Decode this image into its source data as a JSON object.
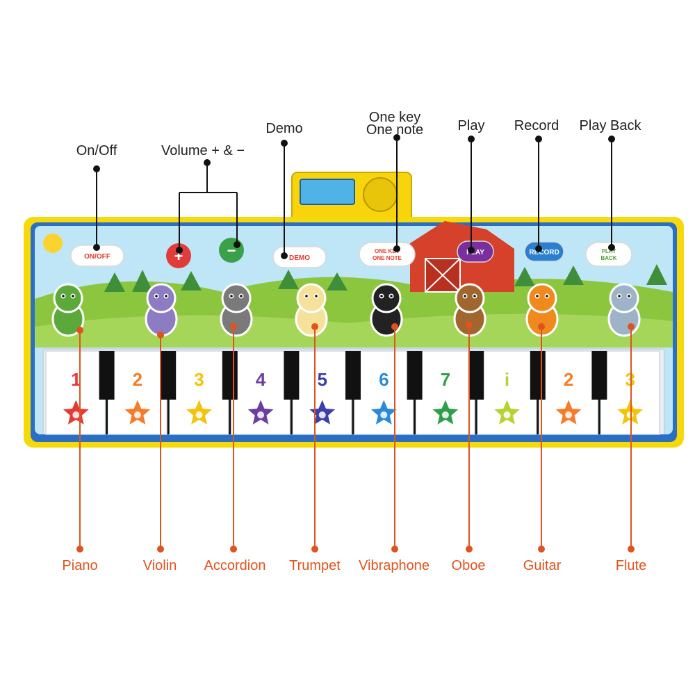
{
  "colors": {
    "top_label": "#222222",
    "bottom_label": "#e0531e",
    "top_line": "#111111",
    "bottom_line": "#e0531e",
    "mat_border": "#f5d90a",
    "mat_blue": "#2a6fc4",
    "sky": "#bfe6f7",
    "grass": "#8cc63f",
    "white_key": "#ffffff",
    "black_key": "#111111",
    "speaker_box": "#f7d40c"
  },
  "top_callouts": [
    {
      "id": "onoff",
      "label": "On/Off"
    },
    {
      "id": "volume",
      "label": "Volume + & −"
    },
    {
      "id": "demo",
      "label": "Demo"
    },
    {
      "id": "onekey",
      "label": "One key"
    },
    {
      "id": "onekey2",
      "label": "One note"
    },
    {
      "id": "play",
      "label": "Play"
    },
    {
      "id": "record",
      "label": "Record"
    },
    {
      "id": "playback",
      "label": "Play Back"
    }
  ],
  "bottom_callouts": [
    {
      "id": "piano",
      "label": "Piano"
    },
    {
      "id": "violin",
      "label": "Violin"
    },
    {
      "id": "accordion",
      "label": "Accordion"
    },
    {
      "id": "trumpet",
      "label": "Trumpet"
    },
    {
      "id": "vibraphone",
      "label": "Vibraphone"
    },
    {
      "id": "oboe",
      "label": "Oboe"
    },
    {
      "id": "guitar",
      "label": "Guitar"
    },
    {
      "id": "flute",
      "label": "Flute"
    }
  ],
  "mat_buttons": [
    {
      "id": "onoff",
      "label": "ON/OFF",
      "icon": "cloud-icon"
    },
    {
      "id": "vol_plus",
      "label": "+",
      "icon": "plus-icon"
    },
    {
      "id": "vol_minus",
      "label": "−",
      "icon": "minus-icon"
    },
    {
      "id": "demo",
      "label": "DEMO",
      "icon": "cloud-icon"
    },
    {
      "id": "onekey",
      "label": "ONE KEY ONE NOTE",
      "icon": "cloud-icon"
    },
    {
      "id": "play",
      "label": "PLAY",
      "icon": "cloud-icon"
    },
    {
      "id": "record",
      "label": "RECORD",
      "icon": "cloud-icon"
    },
    {
      "id": "playback",
      "label": "PLAY BACK",
      "icon": "cloud-icon"
    }
  ],
  "keys": [
    {
      "number": "1",
      "color": "#e53935",
      "star": "#e53935"
    },
    {
      "number": "2",
      "color": "#f57c2a",
      "star": "#f57c2a"
    },
    {
      "number": "3",
      "color": "#f2c40c",
      "star": "#f2c40c"
    },
    {
      "number": "4",
      "color": "#6a3fa0",
      "star": "#6a3fa0"
    },
    {
      "number": "5",
      "color": "#3b3fa8",
      "star": "#3b3fa8"
    },
    {
      "number": "6",
      "color": "#2a8ad8",
      "star": "#2a8ad8"
    },
    {
      "number": "7",
      "color": "#2e9e4a",
      "star": "#2e9e4a"
    },
    {
      "number": "i",
      "color": "#b6d334",
      "star": "#b6d334"
    },
    {
      "number": "2",
      "color": "#f57c2a",
      "star": "#f57c2a"
    },
    {
      "number": "3",
      "color": "#f2c40c",
      "star": "#f2c40c"
    }
  ],
  "animals": [
    {
      "id": "turtle",
      "icon": "turtle-icon",
      "color": "#5aa93a"
    },
    {
      "id": "hippo",
      "icon": "hippo-icon",
      "color": "#8e7cc3"
    },
    {
      "id": "koala",
      "icon": "koala-icon",
      "color": "#7a7a7a"
    },
    {
      "id": "rabbit",
      "icon": "rabbit-icon",
      "color": "#f4e19a"
    },
    {
      "id": "panda",
      "icon": "panda-icon",
      "color": "#222222"
    },
    {
      "id": "monkey",
      "icon": "monkey-icon",
      "color": "#a0662e"
    },
    {
      "id": "tiger",
      "icon": "tiger-icon",
      "color": "#f08a1e"
    },
    {
      "id": "elephant",
      "icon": "elephant-icon",
      "color": "#9fb3c8"
    }
  ]
}
